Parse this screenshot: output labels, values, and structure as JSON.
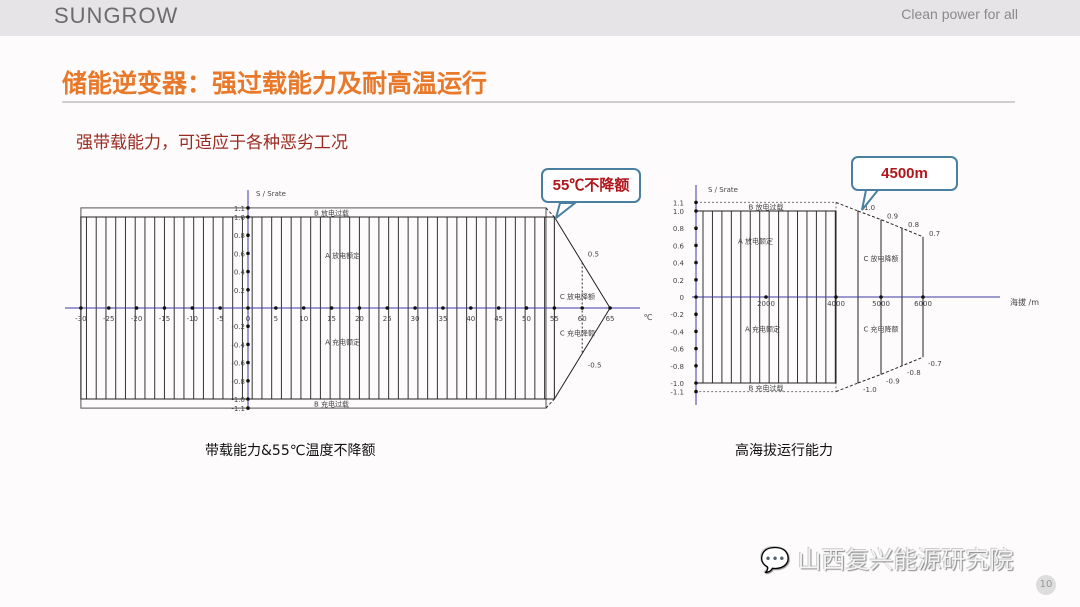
{
  "header": {
    "logo": "SUNGROW",
    "tagline": "Clean power for all"
  },
  "title": "储能逆变器：强过载能力及耐高温运行",
  "subtitle": "强带载能力，可适应于各种恶劣工况",
  "footer": {
    "watermark": "山西复兴能源研究院",
    "page": "10"
  },
  "chart_data": [
    {
      "type": "diagram",
      "title": "带载能力&55℃温度不降额",
      "callout": "55℃不降额",
      "ylabel": "S / Srate",
      "xlabel": "℃",
      "xticks": [
        -30,
        -25,
        -20,
        -15,
        -10,
        -5,
        0,
        5,
        10,
        15,
        20,
        25,
        30,
        35,
        40,
        45,
        50,
        55,
        60,
        65
      ],
      "yticks": [
        1.1,
        1.0,
        0.8,
        0.6,
        0.4,
        0.2,
        -0.2,
        -0.4,
        -0.6,
        -0.8,
        -1.0,
        -1.1
      ],
      "derating": [
        [
          55,
          1.0
        ],
        [
          60,
          0.5
        ],
        [
          65,
          0
        ],
        [
          60,
          -0.5
        ],
        [
          55,
          -1.0
        ]
      ],
      "point_labels": [
        "0.5",
        "-0.5"
      ],
      "regions": [
        "B 放电过载",
        "A 放电额定",
        "C 放电降额",
        "C 充电降额",
        "A 充电额定",
        "B 充电过载"
      ]
    },
    {
      "type": "diagram",
      "title": "高海拔运行能力",
      "callout": "4500m",
      "ylabel": "S / Srate",
      "xlabel": "海拔 /m",
      "xticks": [
        2000,
        4000,
        5000,
        6000
      ],
      "yticks": [
        1.1,
        1.0,
        0.8,
        0.6,
        0.4,
        0.2,
        0,
        -0.2,
        -0.4,
        -0.6,
        -0.8,
        -1.0,
        -1.1
      ],
      "derating": [
        [
          4500,
          1.0
        ],
        [
          5000,
          0.9
        ],
        [
          5500,
          0.8
        ],
        [
          6000,
          0.7
        ]
      ],
      "point_labels": [
        "1.0",
        "0.9",
        "0.8",
        "0.7",
        "-1.0",
        "-0.9",
        "-0.8",
        "-0.7"
      ],
      "regions": [
        "B 放电过载",
        "A 放电额定",
        "C 放电降额",
        "A 充电额定",
        "C 充电降额",
        "B 充电过载"
      ]
    }
  ]
}
